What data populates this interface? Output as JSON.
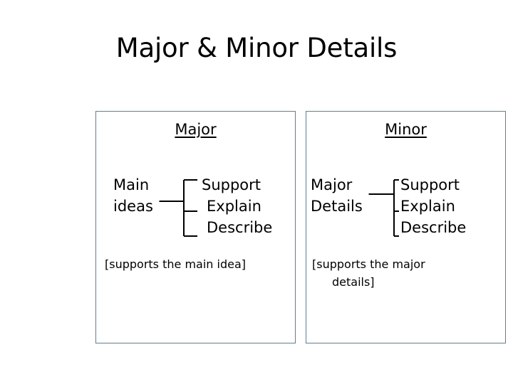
{
  "slide": {
    "title": "Major & Minor Details",
    "background_color": "#ffffff",
    "text_color": "#000000",
    "box_border_color": "#5c7f99"
  },
  "panels": [
    {
      "heading": "Major",
      "stem_line1": "Main",
      "stem_line2": "ideas",
      "branch1": "Support",
      "branch2": "Explain",
      "branch3": "Describe",
      "note_line1": "[supports the main idea]",
      "note_line2": ""
    },
    {
      "heading": "Minor",
      "stem_line1": "Major",
      "stem_line2": "Details",
      "branch1": "Support",
      "branch2": "Explain",
      "branch3": "Describe",
      "note_line1": "[supports the major",
      "note_line2": "details]"
    }
  ]
}
